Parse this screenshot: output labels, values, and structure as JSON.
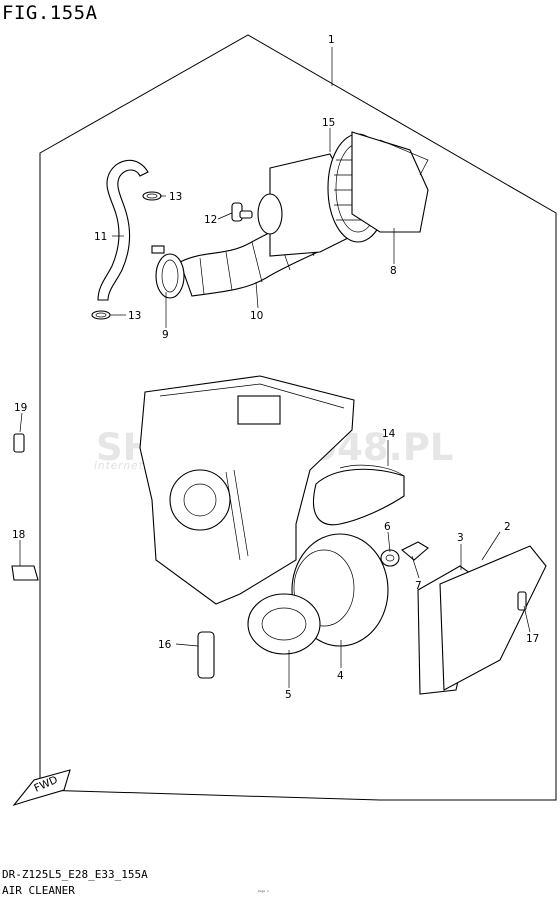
{
  "header": {
    "figure_id": "FIG.155A"
  },
  "footer": {
    "model_code": "DR-Z125L5_E28_E33_155A",
    "section_title": "AIR CLEANER",
    "small_print": "Page 1"
  },
  "watermark": {
    "brand": "SHOPMOTO48.PL",
    "tagline": "internetowy sklep motocyklowy"
  },
  "orientation": {
    "fwd_label": "FWD"
  },
  "callouts": [
    {
      "id": "1",
      "label": "1"
    },
    {
      "id": "2",
      "label": "2"
    },
    {
      "id": "3",
      "label": "3"
    },
    {
      "id": "4",
      "label": "4"
    },
    {
      "id": "5",
      "label": "5"
    },
    {
      "id": "6",
      "label": "6"
    },
    {
      "id": "7",
      "label": "7"
    },
    {
      "id": "8",
      "label": "8"
    },
    {
      "id": "9",
      "label": "9"
    },
    {
      "id": "10",
      "label": "10"
    },
    {
      "id": "11",
      "label": "11"
    },
    {
      "id": "12",
      "label": "12"
    },
    {
      "id": "13a",
      "label": "13"
    },
    {
      "id": "13b",
      "label": "13"
    },
    {
      "id": "14",
      "label": "14"
    },
    {
      "id": "15",
      "label": "15"
    },
    {
      "id": "16",
      "label": "16"
    },
    {
      "id": "17",
      "label": "17"
    },
    {
      "id": "18",
      "label": "18"
    },
    {
      "id": "19",
      "label": "19"
    }
  ]
}
